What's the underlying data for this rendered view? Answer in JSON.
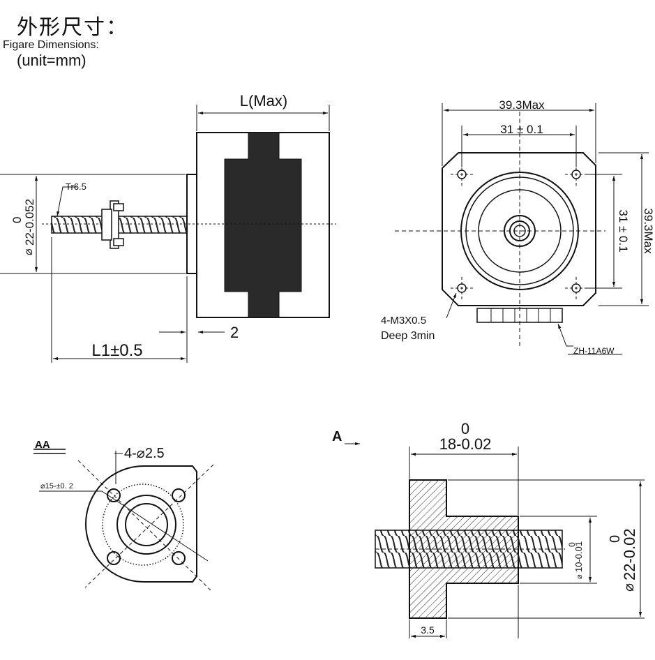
{
  "header": {
    "title_cn": "外形尺寸：",
    "title_en": "Figare Dimensions:",
    "unit": "(unit=mm)"
  },
  "side_view": {
    "length_label": "L(Max)",
    "thread_label": "Tr6.5",
    "dia_tol": "0",
    "dia_label": "22-0.052",
    "shaft_label": "L1±0.5",
    "flange_label": "2"
  },
  "front_view": {
    "width_label": "39.3Max",
    "hole_spacing_h": "31 ± 0.1",
    "hole_spacing_v": "31 ± 0.1",
    "height_label": "39.3Max",
    "hole_spec": "4-M3X0.5",
    "hole_depth": "Deep 3min",
    "connector": "ZH-11A6W"
  },
  "nut_end_view": {
    "section_label": "AA",
    "holes_label": "4-⌀2.5",
    "pcd_label": "⌀15-±0. 2"
  },
  "nut_section_view": {
    "arrow_label": "A",
    "width_tol": "0",
    "width_label": "18-0.02",
    "bore_tol": "0",
    "bore_label": "10-0.01",
    "od_tol": "0",
    "od_label": "22-0.02",
    "flange_label": "3.5"
  }
}
